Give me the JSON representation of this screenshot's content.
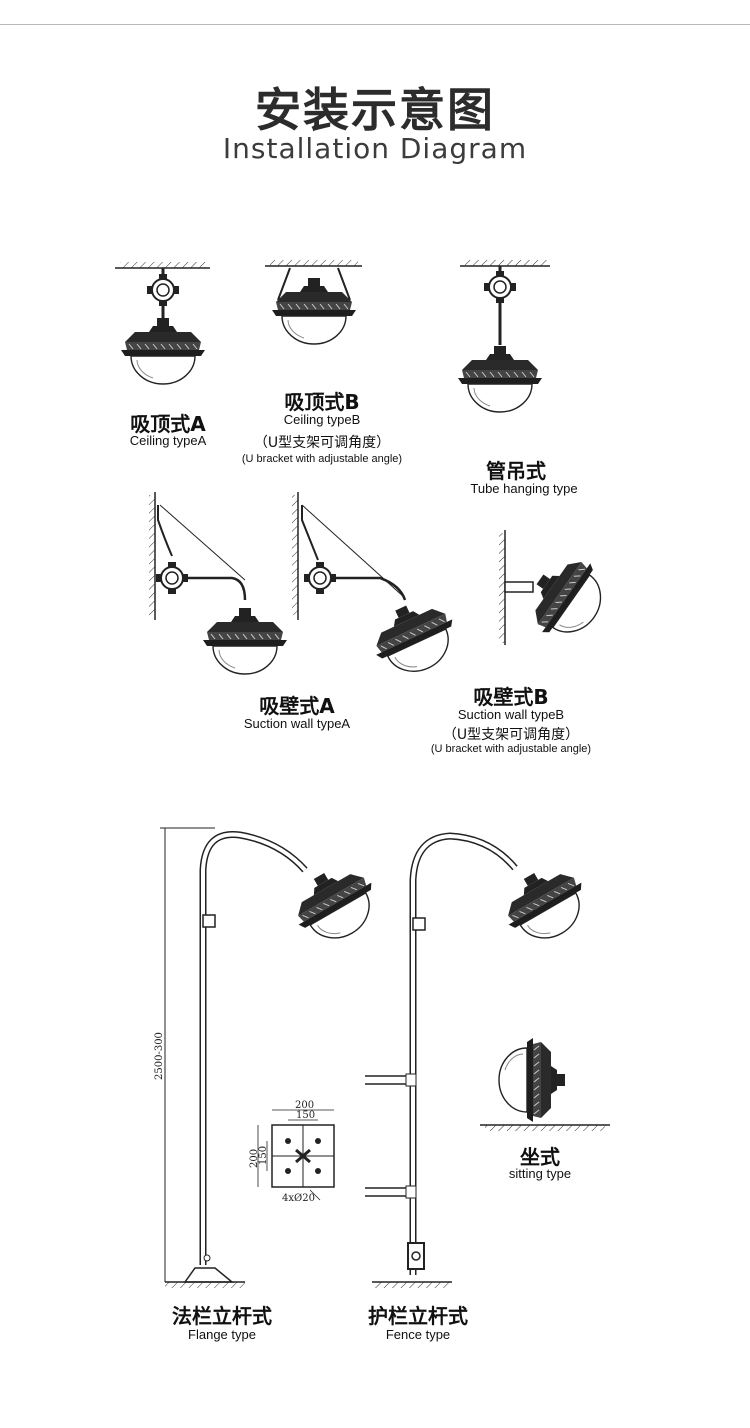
{
  "header": {
    "title_cn": "安装示意图",
    "title_en": "Installation Diagram"
  },
  "types": [
    {
      "id": "ceiling_a",
      "cn": "吸顶式A",
      "en": "Ceiling typeA"
    },
    {
      "id": "ceiling_b",
      "cn": "吸顶式B",
      "en": "Ceiling typeB",
      "note_cn": "（U型支架可调角度）",
      "note_en": "(U bracket with adjustable angle)"
    },
    {
      "id": "tube",
      "cn": "管吊式",
      "en": "Tube hanging type"
    },
    {
      "id": "wall_a",
      "cn": "吸壁式A",
      "en": "Suction wall typeA"
    },
    {
      "id": "wall_b",
      "cn": "吸壁式B",
      "en": "Suction wall typeB",
      "note_cn": "（U型支架可调角度）",
      "note_en": "(U bracket with adjustable angle)"
    },
    {
      "id": "sitting",
      "cn": "坐式",
      "en": "sitting type"
    },
    {
      "id": "flange",
      "cn": "法栏立杆式",
      "en": "Flange type"
    },
    {
      "id": "fence",
      "cn": "护栏立杆式",
      "en": "Fence type"
    }
  ],
  "dimensions": {
    "pole_height": "2500-300",
    "flange_outer": "200",
    "flange_inner": "150",
    "flange_side_outer": "200",
    "flange_side_inner": "150",
    "holes": "4xØ20"
  }
}
